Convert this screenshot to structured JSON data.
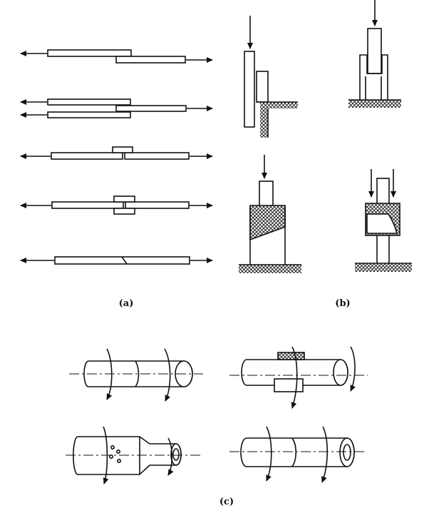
{
  "captions": {
    "a": "(a)",
    "b": "(b)",
    "c": "(c)"
  },
  "colors": {
    "ink": "#111111",
    "paper": "#ffffff"
  }
}
